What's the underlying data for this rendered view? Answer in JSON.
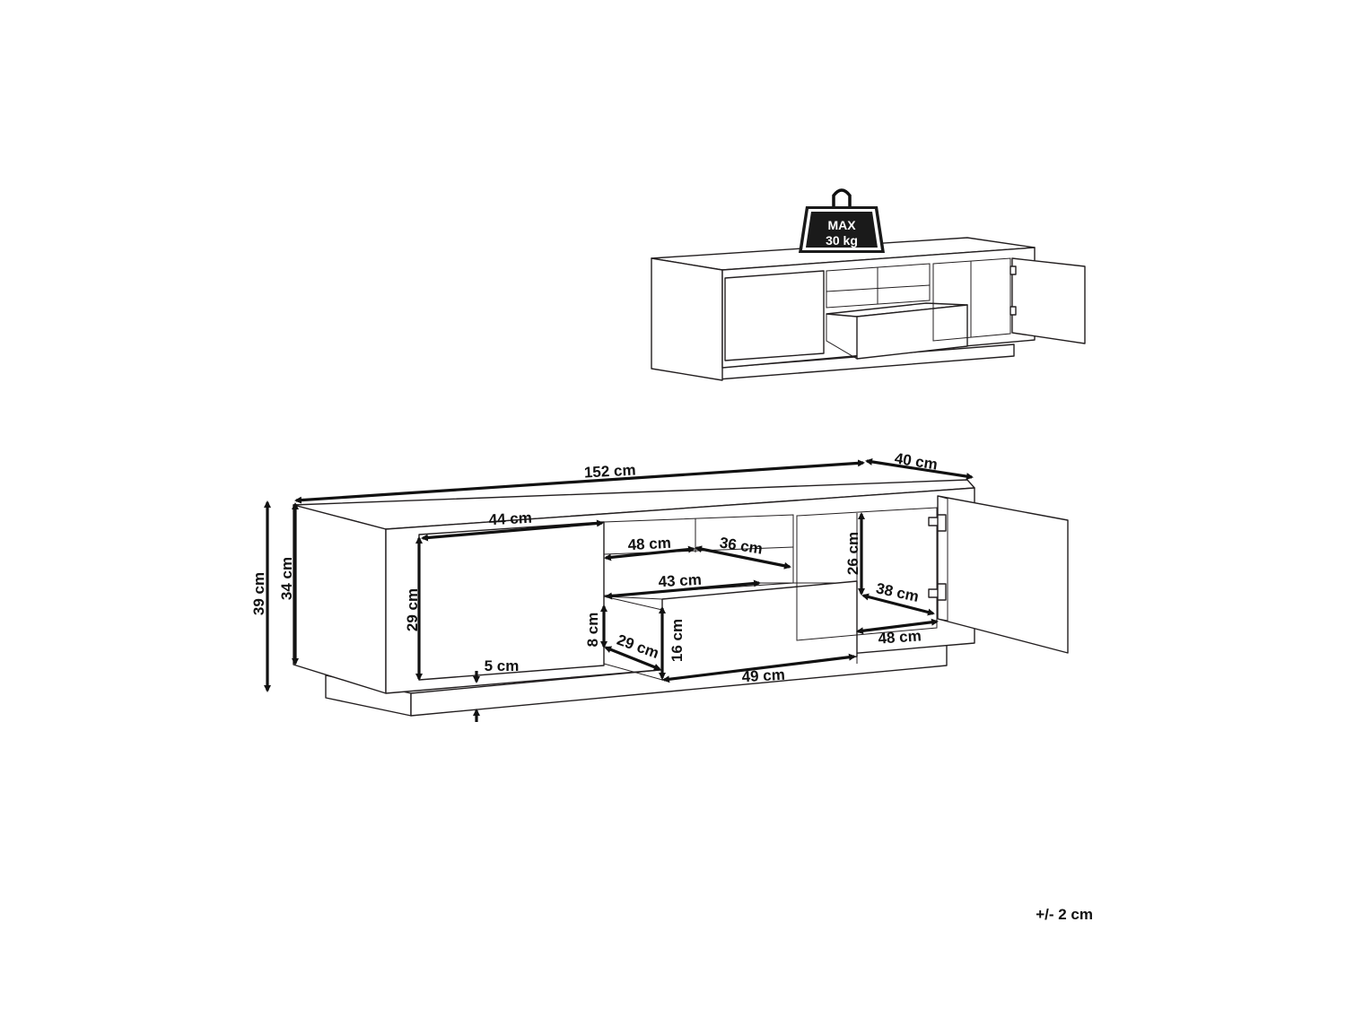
{
  "weight_badge": {
    "line1": "MAX",
    "line2": "30 kg"
  },
  "dimensions": {
    "total_width": "152 cm",
    "depth": "40 cm",
    "total_height": "39 cm",
    "body_height": "34 cm",
    "left_door_width": "44 cm",
    "left_door_height": "29 cm",
    "plinth_height": "5 cm",
    "shelf_width": "48 cm",
    "shelf_depth": "36 cm",
    "drawer_inner_width": "43 cm",
    "drawer_inner_height": "8 cm",
    "drawer_inner_depth": "29 cm",
    "drawer_front_height": "16 cm",
    "drawer_front_width": "49 cm",
    "right_compartment_height": "26 cm",
    "right_compartment_depth": "38 cm",
    "right_compartment_width": "48 cm"
  },
  "tolerance": "+/- 2 cm"
}
